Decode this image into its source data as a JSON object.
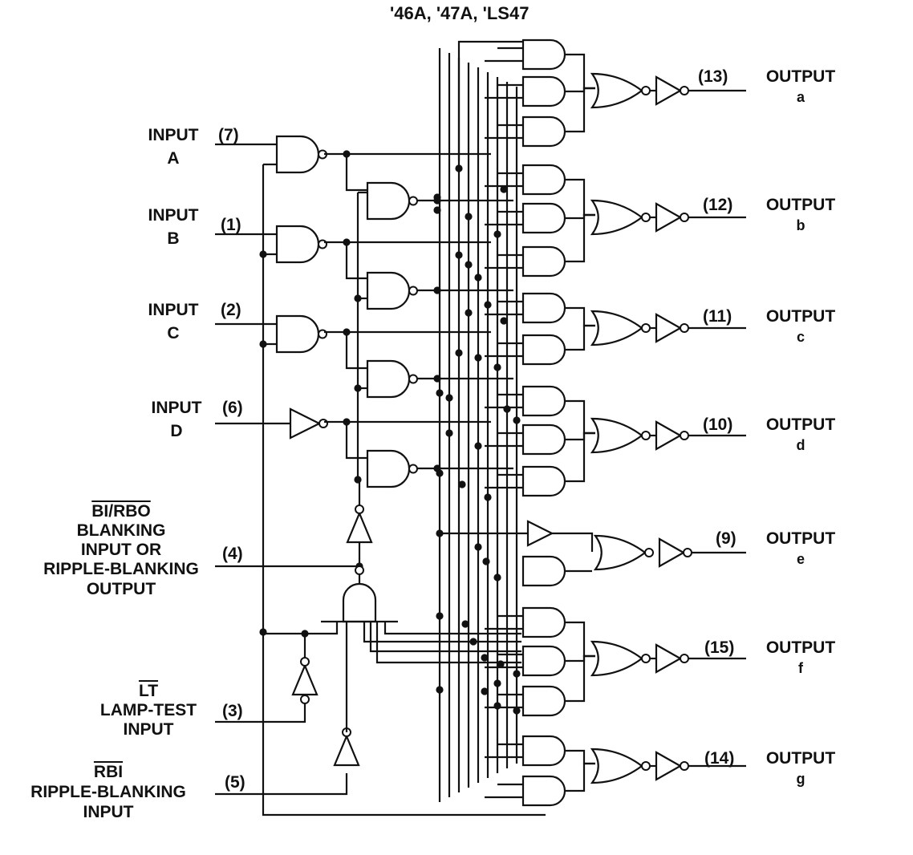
{
  "title": "'46A, '47A, 'LS47",
  "inputs": {
    "a": {
      "pin": "(7)",
      "line1": "INPUT",
      "line2": "A"
    },
    "b": {
      "pin": "(1)",
      "line1": "INPUT",
      "line2": "B"
    },
    "c": {
      "pin": "(2)",
      "line1": "INPUT",
      "line2": "C"
    },
    "d": {
      "pin": "(6)",
      "line1": "INPUT",
      "line2": "D"
    }
  },
  "control": {
    "bi": {
      "pin": "(4)",
      "over": "BI/RBO",
      "line1": "BLANKING",
      "line2": "INPUT OR",
      "line3": "RIPPLE-BLANKING",
      "line4": "OUTPUT"
    },
    "lt": {
      "pin": "(3)",
      "over": "LT",
      "line1": "LAMP-TEST",
      "line2": "INPUT"
    },
    "rbi": {
      "pin": "(5)",
      "over": "RBI",
      "line1": "RIPPLE-BLANKING",
      "line2": "INPUT"
    }
  },
  "outputs": {
    "a": {
      "pin": "(13)",
      "label": "OUTPUT",
      "seg": "a"
    },
    "b": {
      "pin": "(12)",
      "label": "OUTPUT",
      "seg": "b"
    },
    "c": {
      "pin": "(11)",
      "label": "OUTPUT",
      "seg": "c"
    },
    "d": {
      "pin": "(10)",
      "label": "OUTPUT",
      "seg": "d"
    },
    "e": {
      "pin": "(9)",
      "label": "OUTPUT",
      "seg": "e"
    },
    "f": {
      "pin": "(15)",
      "label": "OUTPUT",
      "seg": "f"
    },
    "g": {
      "pin": "(14)",
      "label": "OUTPUT",
      "seg": "g"
    }
  }
}
